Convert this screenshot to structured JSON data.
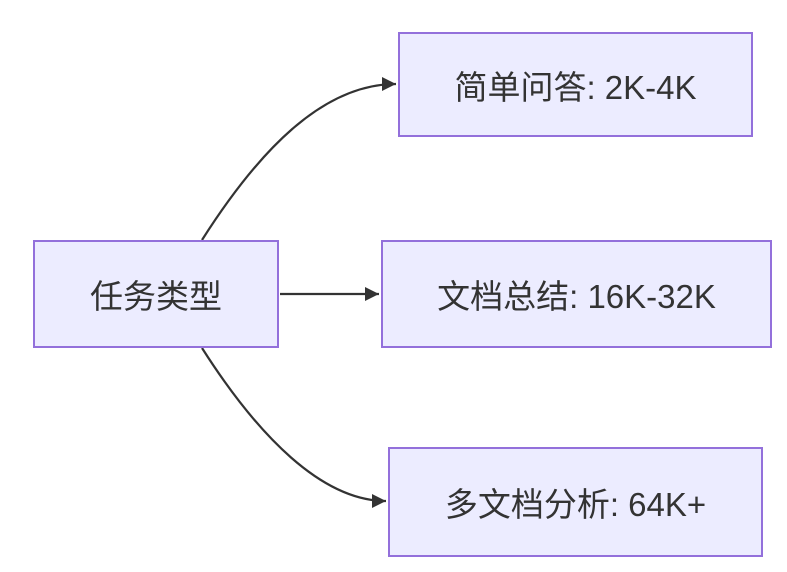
{
  "diagram": {
    "type": "flowchart",
    "direction": "left-to-right",
    "nodes": {
      "root": {
        "label": "任务类型"
      },
      "simple_qa": {
        "label": "简单问答: 2K-4K"
      },
      "doc_summary": {
        "label": "文档总结: 16K-32K"
      },
      "multi_doc": {
        "label": "多文档分析: 64K+"
      }
    },
    "edges": [
      {
        "from": "root",
        "to": "simple_qa",
        "style": "curved-up",
        "arrowhead": "filled-triangle"
      },
      {
        "from": "root",
        "to": "doc_summary",
        "style": "straight",
        "arrowhead": "filled-triangle"
      },
      {
        "from": "root",
        "to": "multi_doc",
        "style": "curved-down",
        "arrowhead": "filled-triangle"
      }
    ],
    "colors": {
      "node_fill": "#ECECFF",
      "node_border": "#9370DB",
      "edge": "#333333",
      "text": "#333333",
      "background": "#FFFFFF"
    }
  }
}
